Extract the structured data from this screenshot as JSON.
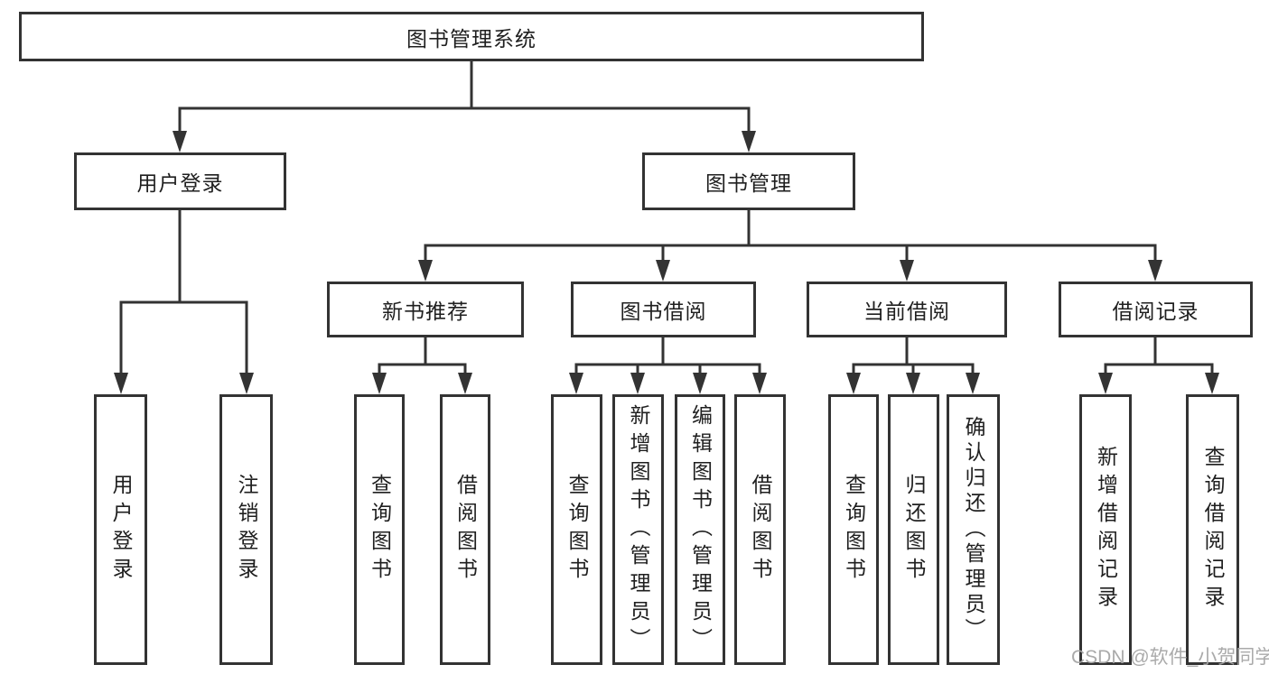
{
  "diagram_title": "图书管理系统",
  "colors": {
    "line": "#333333",
    "box_border": "#333333",
    "box_background": "#ffffff",
    "text": "#1f1f1f",
    "watermark": "#a5a5a5"
  },
  "watermark": "CSDN @软件_小贺同学",
  "nodes": {
    "root": "图书管理系统",
    "user_login": "用户登录",
    "book_mgmt": "图书管理",
    "new_book_rec": "新书推荐",
    "book_borrow": "图书借阅",
    "current_borrow": "当前借阅",
    "borrow_record": "借阅记录",
    "leaf_user_login": "用户登录",
    "leaf_logout_login": "注销登录",
    "leaf_query_book_a": "查询图书",
    "leaf_borrow_book_a": "借阅图书",
    "leaf_query_book_b": "查询图书",
    "leaf_add_book": "新增图书（管理员）",
    "leaf_edit_book": "编辑图书（管理员）",
    "leaf_borrow_book_b": "借阅图书",
    "leaf_query_book_c": "查询图书",
    "leaf_return_book": "归还图书",
    "leaf_confirm_return": "确认归还（管理员）",
    "leaf_add_borrow_record": "新增借阅记录",
    "leaf_query_borrow_record": "查询借阅记录"
  },
  "edges": [
    "图书管理系统 > 用户登录",
    "图书管理系统 > 图书管理",
    "用户登录 > 用户登录",
    "用户登录 > 注销登录",
    "图书管理 > 新书推荐",
    "图书管理 > 图书借阅",
    "图书管理 > 当前借阅",
    "图书管理 > 借阅记录",
    "新书推荐 > 查询图书",
    "新书推荐 > 借阅图书",
    "图书借阅 > 查询图书",
    "图书借阅 > 新增图书（管理员）",
    "图书借阅 > 编辑图书（管理员）",
    "图书借阅 > 借阅图书",
    "当前借阅 > 查询图书",
    "当前借阅 > 归还图书",
    "当前借阅 > 确认归还（管理员）",
    "借阅记录 > 新增借阅记录",
    "借阅记录 > 查询借阅记录"
  ]
}
